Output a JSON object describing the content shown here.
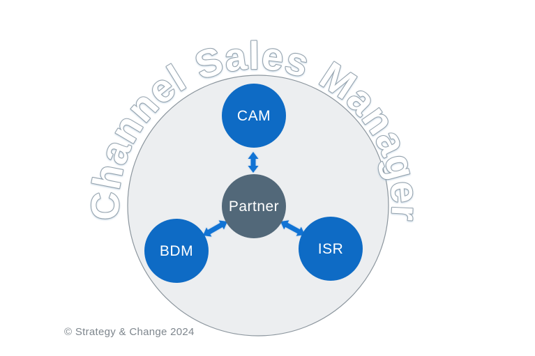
{
  "title": {
    "text": "Channel Sales Manager"
  },
  "colors": {
    "node_blue": "#0e6bc5",
    "partner_slate": "#526879",
    "arrow_blue": "#1173d4",
    "outer_circle_fill": "#eceef0",
    "outer_circle_stroke": "#8b959d",
    "title_fill": "#ffffff",
    "title_outline": "#93a1ac",
    "node_label_color": "#ffffff",
    "footer_color": "#7e868d"
  },
  "nodes": {
    "cam": {
      "label": "CAM"
    },
    "partner": {
      "label": "Partner"
    },
    "bdm": {
      "label": "BDM"
    },
    "isr": {
      "label": "ISR"
    }
  },
  "edges": [
    {
      "from": "Partner",
      "to": "CAM",
      "style": "double-headed-arrow"
    },
    {
      "from": "Partner",
      "to": "BDM",
      "style": "double-headed-arrow"
    },
    {
      "from": "Partner",
      "to": "ISR",
      "style": "double-headed-arrow"
    }
  ],
  "footer": {
    "copyright": "© Strategy & Change 2024"
  }
}
